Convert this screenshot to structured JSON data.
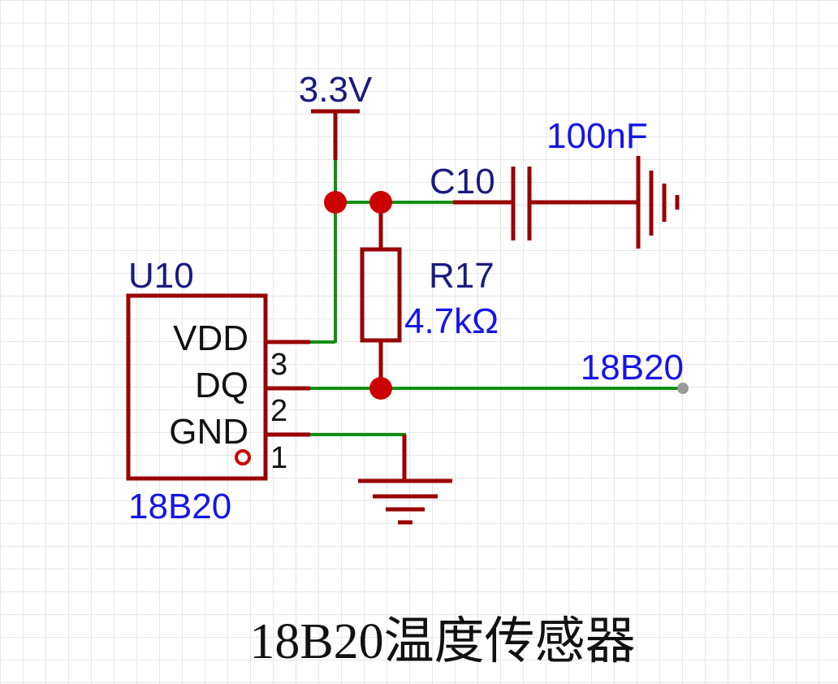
{
  "power": {
    "label": "3.3V"
  },
  "capacitor": {
    "ref": "C10",
    "value": "100nF"
  },
  "resistor": {
    "ref": "R17",
    "value": "4.7kΩ"
  },
  "ic": {
    "ref": "U10",
    "value": "18B20",
    "pins": [
      {
        "name": "VDD",
        "number": "3"
      },
      {
        "name": "DQ",
        "number": "2"
      },
      {
        "name": "GND",
        "number": "1"
      }
    ]
  },
  "net_label": "18B20",
  "caption": "18B20温度传感器",
  "colors": {
    "wire": "#109010",
    "part": "#990000",
    "junction": "#cc0000",
    "designator": "#1a1a80",
    "value": "#1515e6"
  }
}
